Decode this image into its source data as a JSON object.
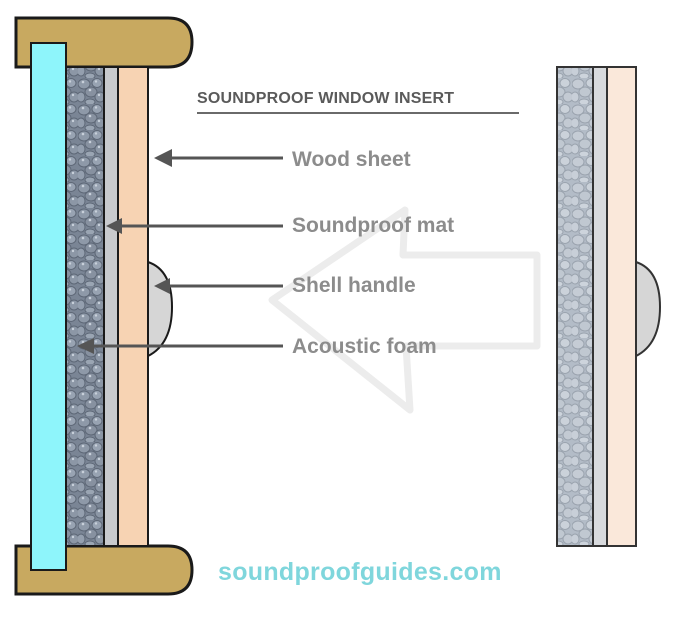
{
  "title": "SOUNDPROOF WINDOW INSERT",
  "labels": [
    {
      "id": "wood-sheet",
      "text": "Wood sheet"
    },
    {
      "id": "soundproof-mat",
      "text": "Soundproof mat"
    },
    {
      "id": "shell-handle",
      "text": "Shell handle"
    },
    {
      "id": "acoustic-foam",
      "text": "Acoustic foam"
    }
  ],
  "footer": "soundproofguides.com",
  "colors": {
    "frame": "#c8a960",
    "glass": "#8ef5fb",
    "foam": "#7d8898",
    "mat": "#c8cacd",
    "wood": "#f7d3b3",
    "wood_light": "#fae8da",
    "handle": "#d6d6d6",
    "label_text": "#8c8c8c",
    "footer_text": "#7fd6dc"
  }
}
